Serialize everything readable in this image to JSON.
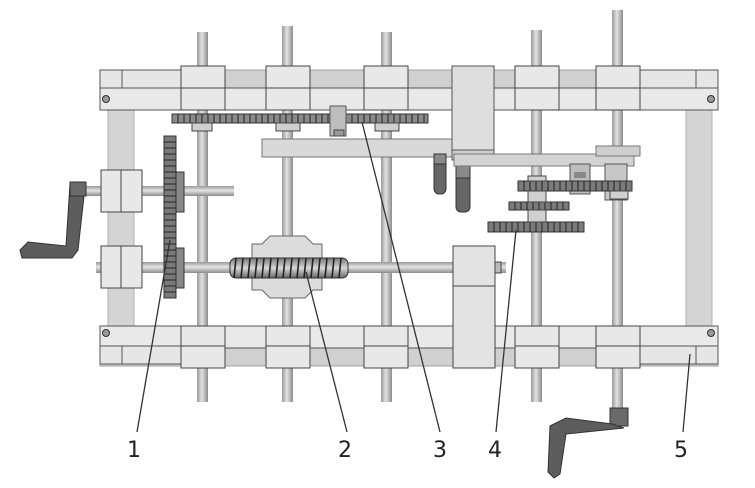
{
  "diagram": {
    "callouts": [
      {
        "id": "1",
        "label": "1"
      },
      {
        "id": "2",
        "label": "2"
      },
      {
        "id": "3",
        "label": "3"
      },
      {
        "id": "4",
        "label": "4"
      },
      {
        "id": "5",
        "label": "5"
      }
    ],
    "colors": {
      "frame": "#d0d0d0",
      "frame_edge": "#a9a9a9",
      "block": "#e6e6e6",
      "block_edge": "#555555",
      "shaft": "#b9b9b9",
      "gear": "#6e6e6e",
      "handle": "#5b5b5b",
      "leader": "#333333"
    }
  }
}
